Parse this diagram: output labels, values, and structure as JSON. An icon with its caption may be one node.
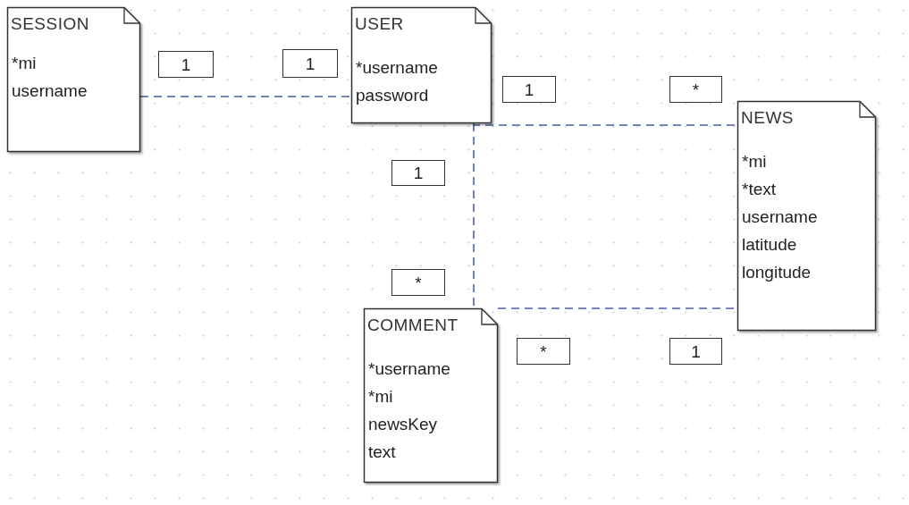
{
  "diagram": {
    "nodes": [
      {
        "text": [
          "SESSION",
          "*mi",
          "username"
        ]
      },
      {
        "text": [
          "USER",
          "*username",
          "password"
        ]
      },
      {
        "text": [
          "NEWS",
          "*mi",
          "*text",
          "username",
          "latitude",
          "longitude"
        ]
      },
      {
        "text": [
          "COMMENT",
          "*username",
          "*mi",
          "newsKey",
          "text"
        ]
      },
      {
        "text": [
          "1"
        ]
      },
      {
        "text": [
          "1"
        ]
      },
      {
        "text": [
          "1"
        ]
      },
      {
        "text": [
          "*"
        ]
      },
      {
        "text": [
          "1"
        ]
      },
      {
        "text": [
          "*"
        ]
      },
      {
        "text": [
          "*"
        ]
      },
      {
        "text": [
          "1"
        ]
      }
    ],
    "edges": [
      {
        "from": 0,
        "to": 1,
        "arrow": "none",
        "style": "dashed"
      },
      {
        "from": 1,
        "to": 2,
        "arrow": "none",
        "style": "dashed"
      },
      {
        "from": 1,
        "to": 3,
        "arrow": "none",
        "style": "dashed"
      },
      {
        "from": 3,
        "to": 2,
        "arrow": "none",
        "style": "dashed"
      }
    ]
  }
}
